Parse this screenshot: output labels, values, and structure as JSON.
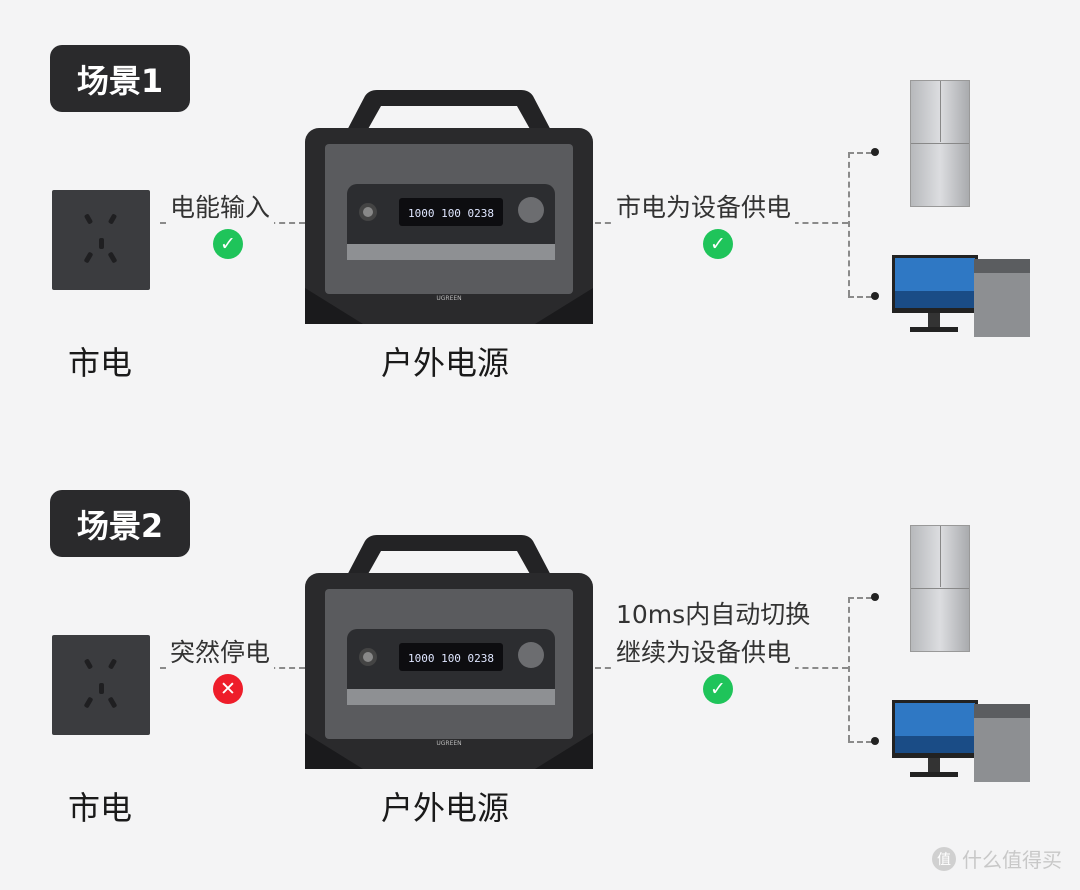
{
  "scenes": [
    {
      "badge": "场景1",
      "source_label": "市电",
      "station_label": "户外电源",
      "input_text": "电能输入",
      "input_status": "check",
      "output_lines": [
        "市电为设备供电",
        ""
      ],
      "output_status": "check"
    },
    {
      "badge": "场景2",
      "source_label": "市电",
      "station_label": "户外电源",
      "input_text": "突然停电",
      "input_status": "cross",
      "output_lines": [
        "10ms内自动切换",
        "继续为设备供电"
      ],
      "output_status": "check"
    }
  ],
  "colors": {
    "check": "#1fc45a",
    "cross": "#ee1d2a",
    "badge_bg": "#2a2a2c"
  },
  "watermark": {
    "icon": "值",
    "text": "什么值得买"
  }
}
